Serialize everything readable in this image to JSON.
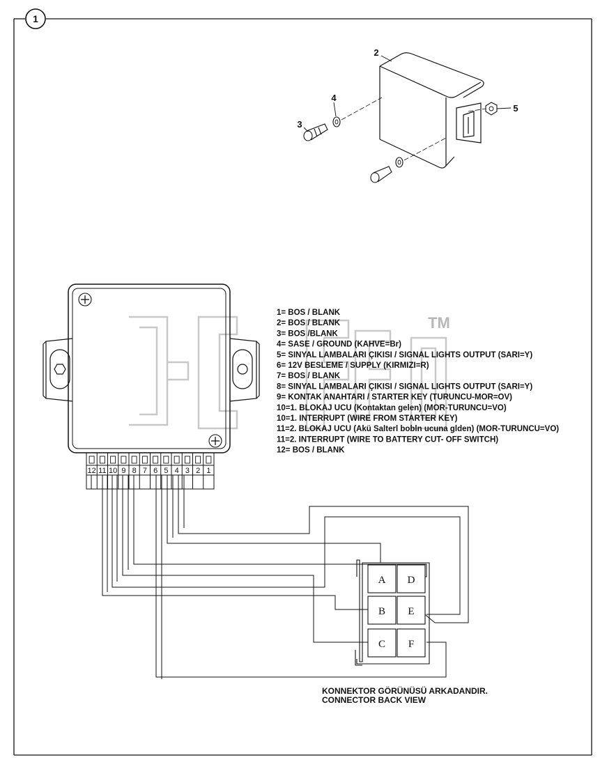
{
  "sheet": {
    "number": "1"
  },
  "callouts": {
    "c2": "2",
    "c3": "3",
    "c4": "4",
    "c5": "5"
  },
  "watermark": {
    "tm": "TM"
  },
  "legend": [
    "1= BOS / BLANK",
    "2= BOS / BLANK",
    "3= BOS /BLANK",
    "4= SASE / GROUND (KAHVE=Br)",
    "5= SINYAL LAMBALARI ÇIKISI / SIGNAL LIGHTS OUTPUT (SARI=Y)",
    "6= 12V BESLEME / SUPPLY (KIRMIZI=R)",
    "7= BOS / BLANK",
    "8= SINYAL LAMBALARI ÇIKISI / SIGNAL LIGHTS OUTPUT (SARI=Y)",
    "9= KONTAK ANAHTARI / STARTER KEY (TURUNCU-MOR=OV)",
    "10=1. BLOKAJ UCU (Kontaktan gelen) (MOR-TURUNCU=VO)",
    "10=1. INTERRUPT (WIRE FROM STARTER KEY)",
    "11=2. BLOKAJ UCU (Akü Salterl bobln ucuna glden) (MOR-TURUNCU=VO)",
    "11=2. INTERRUPT (WIRE TO BATTERY CUT- OFF SWITCH)",
    "12= BOS / BLANK"
  ],
  "pins": [
    "12",
    "11",
    "10",
    "9",
    "8",
    "7",
    "6",
    "5",
    "4",
    "3",
    "2",
    "1"
  ],
  "connector": {
    "cells": [
      "A",
      "D",
      "B",
      "E",
      "C",
      "F"
    ]
  },
  "note": {
    "line1": "KONNEKTOR GÖRÜNÜSÜ ARKADANDIR.",
    "line2": "CONNECTOR BACK VIEW"
  }
}
